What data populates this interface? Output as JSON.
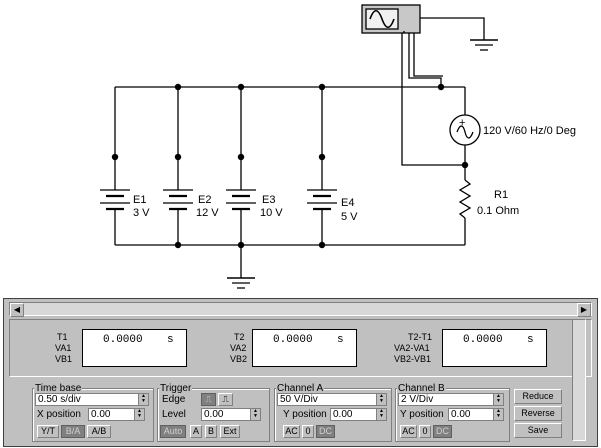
{
  "schematic": {
    "batteries": [
      {
        "name": "E1",
        "value": "3 V"
      },
      {
        "name": "E2",
        "value": "12 V"
      },
      {
        "name": "E3",
        "value": "10 V"
      },
      {
        "name": "E4",
        "value": "5 V"
      }
    ],
    "source_label": "120 V/60 Hz/0 Deg",
    "resistor_name": "R1",
    "resistor_value": "0.1  Ohm"
  },
  "scope": {
    "measurements": [
      {
        "labels": [
          "T1",
          "VA1",
          "VB1"
        ],
        "value": "0.0000",
        "unit": "s"
      },
      {
        "labels": [
          "T2",
          "VA2",
          "VB2"
        ],
        "value": "0.0000",
        "unit": "s"
      },
      {
        "labels": [
          "T2-T1",
          "VA2-VA1",
          "VB2-VB1"
        ],
        "value": "0.0000",
        "unit": "s"
      }
    ],
    "timebase": {
      "title": "Time base",
      "scale": "0.50 s/div",
      "xpos_label": "X position",
      "xpos": "0.00",
      "modes": [
        "Y/T",
        "B/A",
        "A/B"
      ]
    },
    "trigger": {
      "title": "Trigger",
      "edge_label": "Edge",
      "level_label": "Level",
      "level": "0.00",
      "buttons": [
        "Auto",
        "A",
        "B",
        "Ext"
      ]
    },
    "channel_a": {
      "title": "Channel A",
      "scale": "50 V/Div",
      "ypos_label": "Y position",
      "ypos": "0.00",
      "coupling": [
        "AC",
        "0",
        "DC"
      ]
    },
    "channel_b": {
      "title": "Channel B",
      "scale": "2 V/Div",
      "ypos_label": "Y position",
      "ypos": "0.00",
      "coupling": [
        "AC",
        "0",
        "DC"
      ]
    },
    "actions": [
      "Reduce",
      "Reverse",
      "Save"
    ]
  }
}
